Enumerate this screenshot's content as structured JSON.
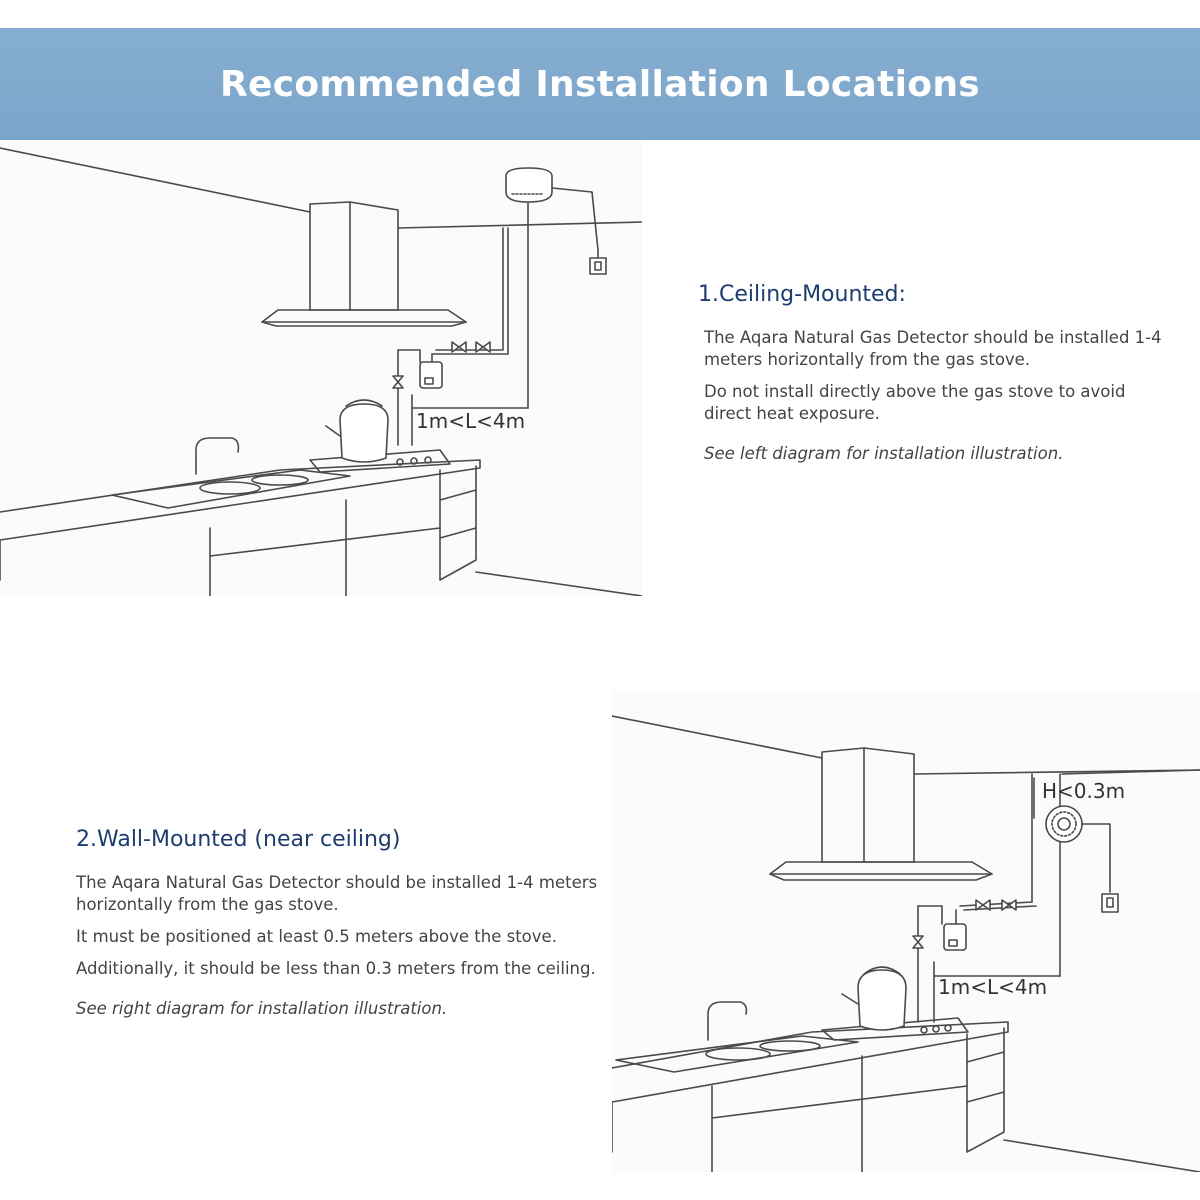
{
  "header": {
    "title": "Recommended Installation Locations"
  },
  "ceiling": {
    "title": "1.Ceiling-Mounted:",
    "paragraphs": [
      "The Aqara Natural Gas Detector should be installed 1-4 meters horizontally from the gas stove.",
      "Do not install directly above the gas stove to avoid direct heat exposure."
    ],
    "note": "See left diagram for installation illustration.",
    "distance_label": "1m<L<4m"
  },
  "wall": {
    "title": "2.Wall-Mounted (near ceiling)",
    "paragraphs": [
      "The Aqara Natural Gas Detector should be installed 1-4 meters horizontally from the gas stove.",
      "It must be positioned at least 0.5 meters above the stove.",
      "Additionally, it should be less than 0.3 meters from the ceiling."
    ],
    "note": "See right diagram for installation illustration.",
    "distance_label": "1m<L<4m",
    "height_label": "H<0.3m"
  },
  "colors": {
    "banner": "#7ba5ca",
    "heading": "#1d3d6e",
    "line": "#4a4a4a"
  }
}
